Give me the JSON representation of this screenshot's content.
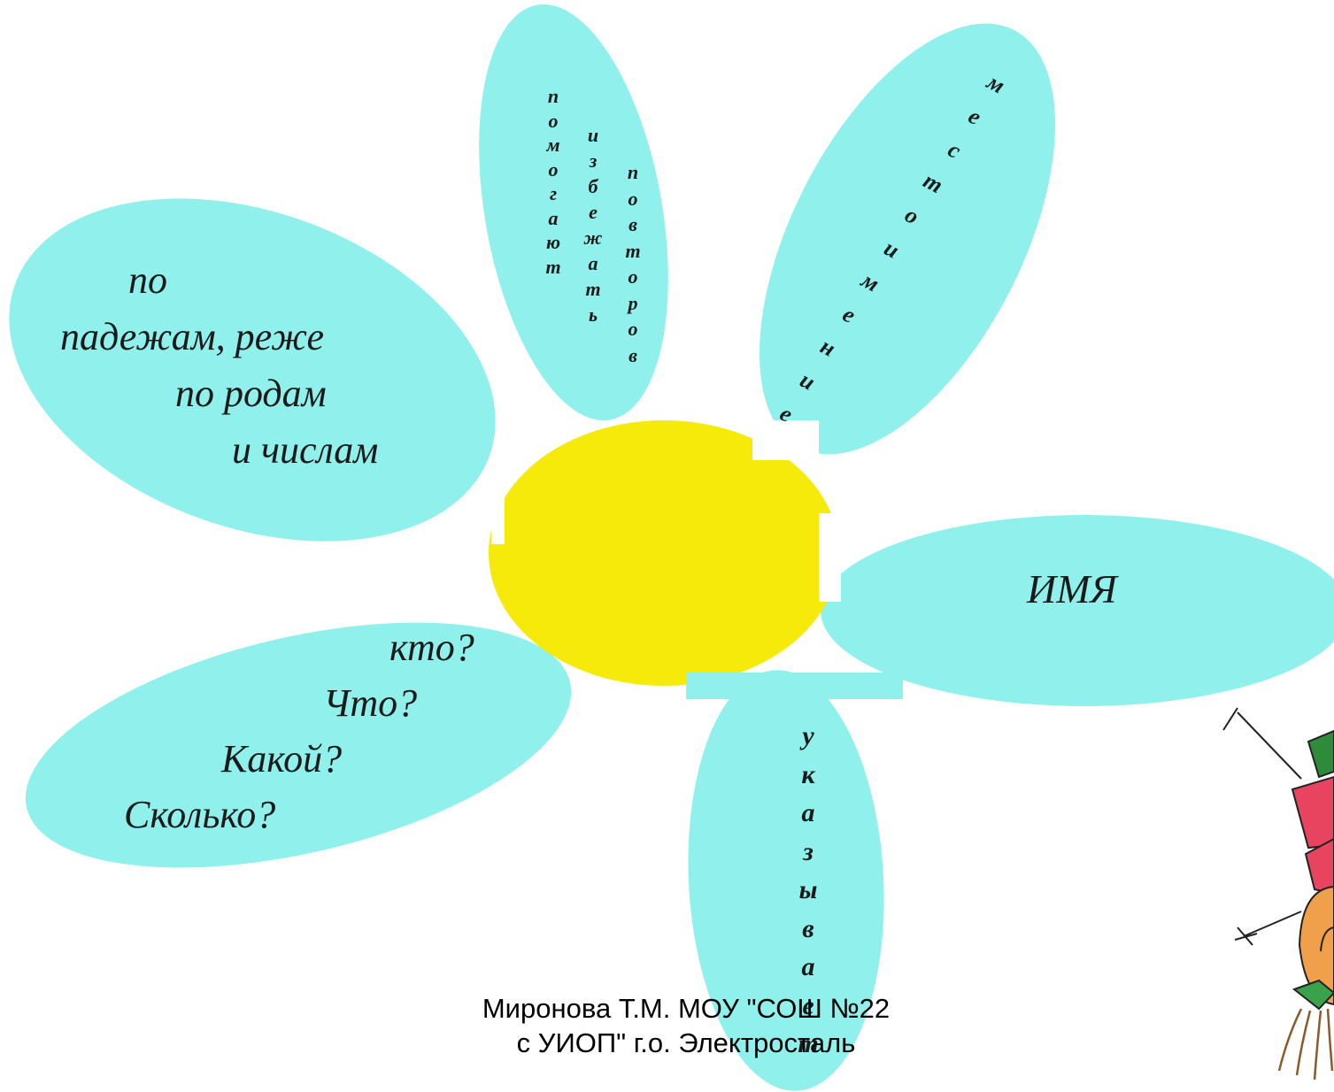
{
  "colors": {
    "petal_fill": "#8ff0ec",
    "center_fill": "#f5ea0a",
    "text": "#1a1a1a"
  },
  "petals": {
    "left_upper": {
      "lines": [
        "по",
        "падежам, реже",
        "по родам",
        "и числам"
      ]
    },
    "top": {
      "column_1": "помогают",
      "column_2": "избежать",
      "column_3": "повторов"
    },
    "top_right": {
      "word": "местоимение"
    },
    "right": {
      "label": "ИМЯ"
    },
    "bottom": {
      "word": "указывает"
    },
    "left_lower": {
      "lines": [
        "кто?",
        "Что?",
        "Какой?",
        "Сколько?"
      ]
    }
  },
  "footer": {
    "line_1": "Миронова Т.М. МОУ \"СОШ №22",
    "line_2": "с УИОП\" г.о. Электросталь"
  },
  "decor": {
    "character": "cartoon-character-icon"
  }
}
